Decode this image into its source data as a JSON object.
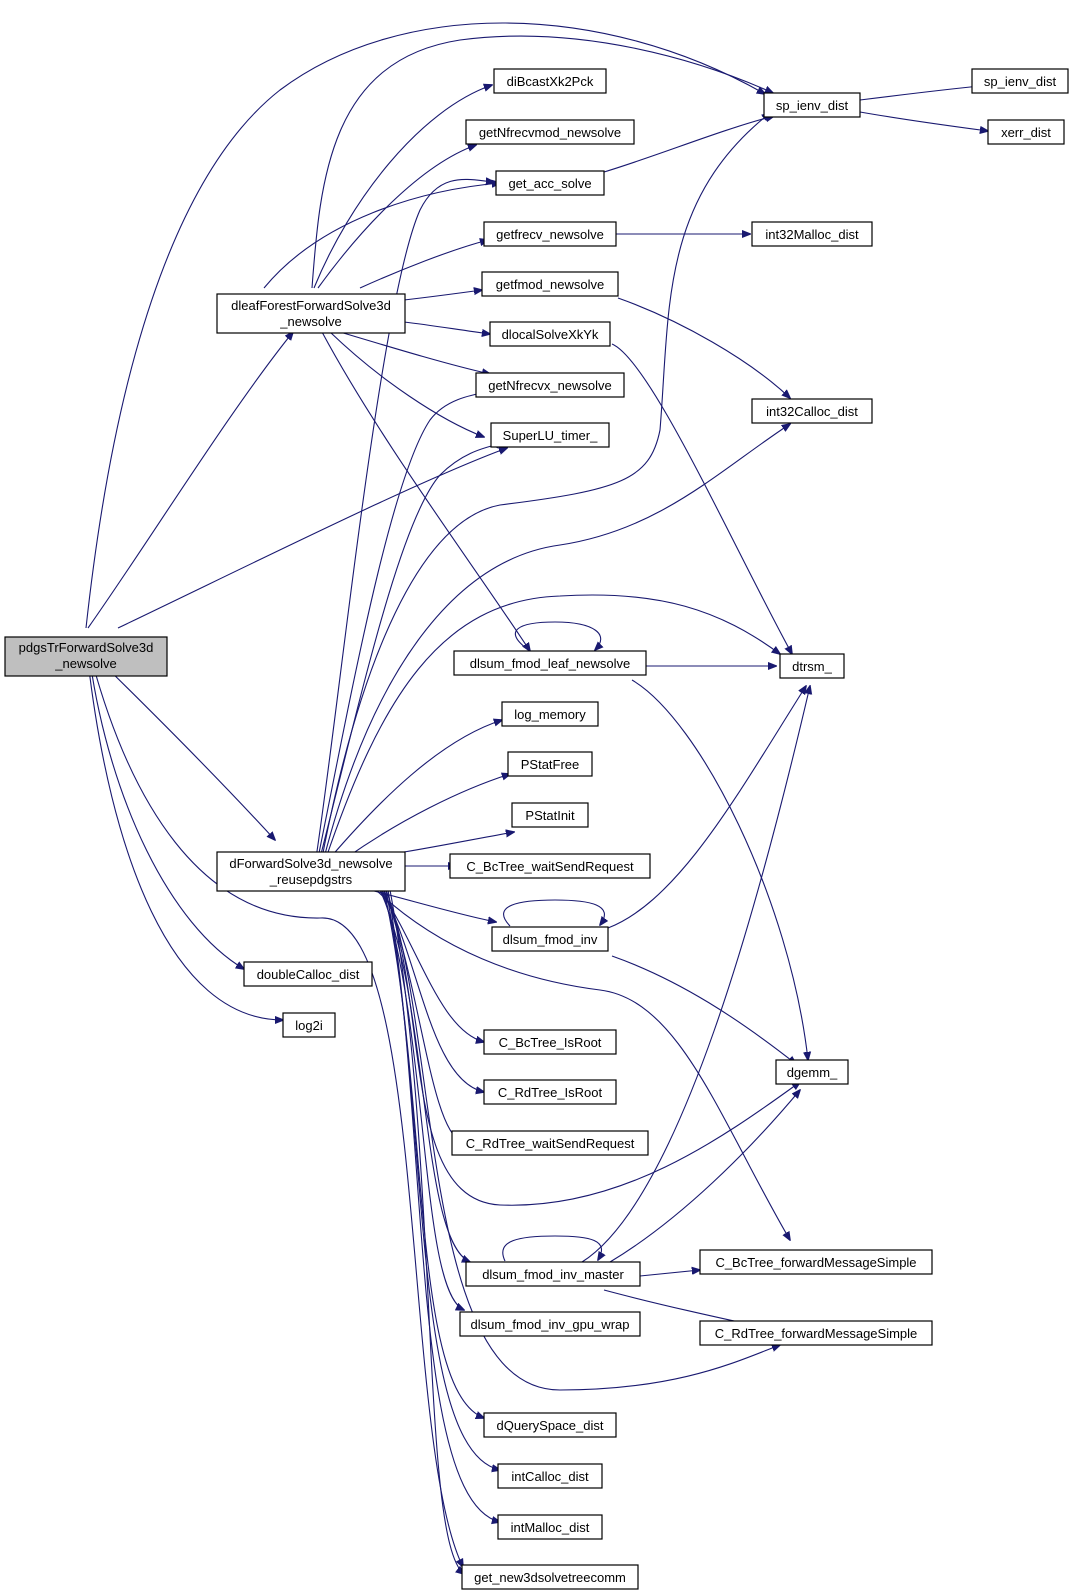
{
  "nodes": {
    "root": [
      "pdgsTrForwardSolve3d",
      "_newsolve"
    ],
    "dleaf": [
      "dleafForestForwardSolve3d",
      "_newsolve"
    ],
    "dfwd": [
      "dForwardSolve3d_newsolve",
      "_reusepdgstrs"
    ],
    "diBcast": [
      "diBcastXk2Pck"
    ],
    "getNfrecvmod": [
      "getNfrecvmod_newsolve"
    ],
    "get_acc": [
      "get_acc_solve"
    ],
    "getfrecv": [
      "getfrecv_newsolve"
    ],
    "getfmod": [
      "getfmod_newsolve"
    ],
    "dlocal": [
      "dlocalSolveXkYk"
    ],
    "getNfrecvx": [
      "getNfrecvx_newsolve"
    ],
    "superlu": [
      "SuperLU_timer_"
    ],
    "leaf": [
      "dlsum_fmod_leaf_newsolve"
    ],
    "logmem": [
      "log_memory"
    ],
    "pfree": [
      "PStatFree"
    ],
    "pinit": [
      "PStatInit"
    ],
    "bcwait": [
      "C_BcTree_waitSendRequest"
    ],
    "inv": [
      "dlsum_fmod_inv"
    ],
    "bcroot": [
      "C_BcTree_IsRoot"
    ],
    "rdroot": [
      "C_RdTree_IsRoot"
    ],
    "rdwait": [
      "C_RdTree_waitSendRequest"
    ],
    "master": [
      "dlsum_fmod_inv_master"
    ],
    "gpuwrap": [
      "dlsum_fmod_inv_gpu_wrap"
    ],
    "dquery": [
      "dQuerySpace_dist"
    ],
    "intcalloc": [
      "intCalloc_dist"
    ],
    "intmalloc": [
      "intMalloc_dist"
    ],
    "getnew3d": [
      "get_new3dsolvetreecomm"
    ],
    "dblcalloc": [
      "doubleCalloc_dist"
    ],
    "log2i": [
      "log2i"
    ],
    "spienv": [
      "sp_ienv_dist"
    ],
    "spienv2": [
      "sp_ienv_dist"
    ],
    "xerr": [
      "xerr_dist"
    ],
    "i32malloc": [
      "int32Malloc_dist"
    ],
    "i32calloc": [
      "int32Calloc_dist"
    ],
    "dtrsm": [
      "dtrsm_"
    ],
    "dgemm": [
      "dgemm_"
    ],
    "bcfwd": [
      "C_BcTree_forwardMessageSimple"
    ],
    "rdfwd": [
      "C_RdTree_forwardMessageSimple"
    ]
  },
  "edges": [
    [
      "root",
      "dleaf"
    ],
    [
      "root",
      "dfwd"
    ],
    [
      "root",
      "spienv"
    ],
    [
      "root",
      "superlu"
    ],
    [
      "root",
      "get_acc"
    ],
    [
      "root",
      "dblcalloc"
    ],
    [
      "root",
      "log2i"
    ],
    [
      "root",
      "getnew3d"
    ],
    [
      "dleaf",
      "diBcast"
    ],
    [
      "dleaf",
      "getNfrecvmod"
    ],
    [
      "dleaf",
      "spienv"
    ],
    [
      "dleaf",
      "getfrecv"
    ],
    [
      "dleaf",
      "getfmod"
    ],
    [
      "dleaf",
      "dlocal"
    ],
    [
      "dleaf",
      "getNfrecvx"
    ],
    [
      "dleaf",
      "superlu"
    ],
    [
      "dleaf",
      "leaf"
    ],
    [
      "dfwd",
      "get_acc"
    ],
    [
      "dfwd",
      "getNfrecvx"
    ],
    [
      "dfwd",
      "superlu"
    ],
    [
      "dfwd",
      "spienv"
    ],
    [
      "dfwd",
      "i32calloc"
    ],
    [
      "dfwd",
      "dtrsm"
    ],
    [
      "dfwd",
      "logmem"
    ],
    [
      "dfwd",
      "pfree"
    ],
    [
      "dfwd",
      "pinit"
    ],
    [
      "dfwd",
      "bcwait"
    ],
    [
      "dfwd",
      "inv"
    ],
    [
      "dfwd",
      "bcroot"
    ],
    [
      "dfwd",
      "rdroot"
    ],
    [
      "dfwd",
      "rdwait"
    ],
    [
      "dfwd",
      "dgemm"
    ],
    [
      "dfwd",
      "bcfwd"
    ],
    [
      "dfwd",
      "master"
    ],
    [
      "dfwd",
      "gpuwrap"
    ],
    [
      "dfwd",
      "rdfwd"
    ],
    [
      "dfwd",
      "dquery"
    ],
    [
      "dfwd",
      "intcalloc"
    ],
    [
      "dfwd",
      "intmalloc"
    ],
    [
      "dfwd",
      "getnew3d"
    ],
    [
      "get_acc",
      "spienv"
    ],
    [
      "getfrecv",
      "i32malloc"
    ],
    [
      "getfmod",
      "i32calloc"
    ],
    [
      "dlocal",
      "dtrsm"
    ],
    [
      "leaf",
      "leaf"
    ],
    [
      "leaf",
      "dtrsm"
    ],
    [
      "leaf",
      "dgemm"
    ],
    [
      "inv",
      "inv"
    ],
    [
      "inv",
      "dtrsm"
    ],
    [
      "inv",
      "dgemm"
    ],
    [
      "master",
      "master"
    ],
    [
      "master",
      "dtrsm"
    ],
    [
      "master",
      "dgemm"
    ],
    [
      "master",
      "bcfwd"
    ],
    [
      "master",
      "rdfwd"
    ],
    [
      "spienv",
      "spienv2"
    ],
    [
      "spienv",
      "xerr"
    ]
  ]
}
